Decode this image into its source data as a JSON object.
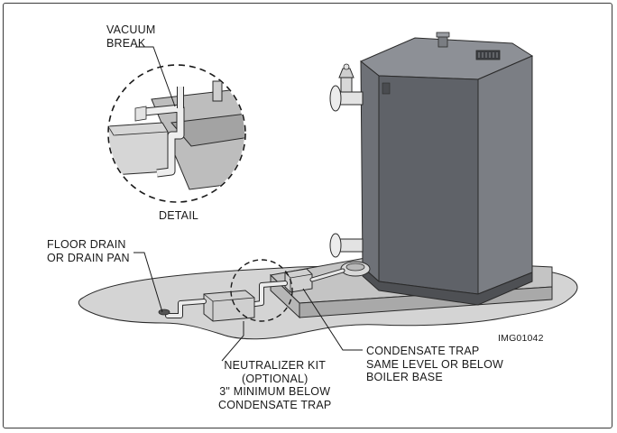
{
  "labels": {
    "vacuum_break": [
      "VACUUM",
      "BREAK"
    ],
    "detail": "DETAIL",
    "floor_drain": [
      "FLOOR DRAIN",
      "OR DRAIN PAN"
    ],
    "neutralizer": [
      "NEUTRALIZER KIT",
      "(OPTIONAL)",
      "3\" MINIMUM BELOW",
      "CONDENSATE TRAP"
    ],
    "condensate_trap": [
      "CONDENSATE TRAP",
      "SAME LEVEL OR BELOW",
      "BOILER BASE"
    ],
    "image_id": "IMG01042"
  },
  "colors": {
    "boiler_front": "#5f6268",
    "boiler_side": "#7b7e84",
    "boiler_top": "#8d9096",
    "floor": "#d4d4d4",
    "pad": "#bcbcbc",
    "pipe": "#e8e8e8",
    "outline": "#2a2a2a"
  }
}
